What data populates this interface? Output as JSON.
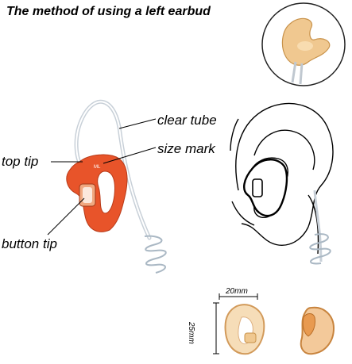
{
  "title": "The method of using a left earbud",
  "labels": {
    "clear_tube": "clear tube",
    "size_mark": "size mark",
    "top_tip": "top tip",
    "button_tip": "button tip",
    "earbud_mark": "ML"
  },
  "dimensions": {
    "width": "20mm",
    "height": "25mm"
  },
  "colors": {
    "earbud_orange": "#e8542a",
    "earbud_clear": "#e8b878",
    "tube": "#c8d0d8"
  }
}
